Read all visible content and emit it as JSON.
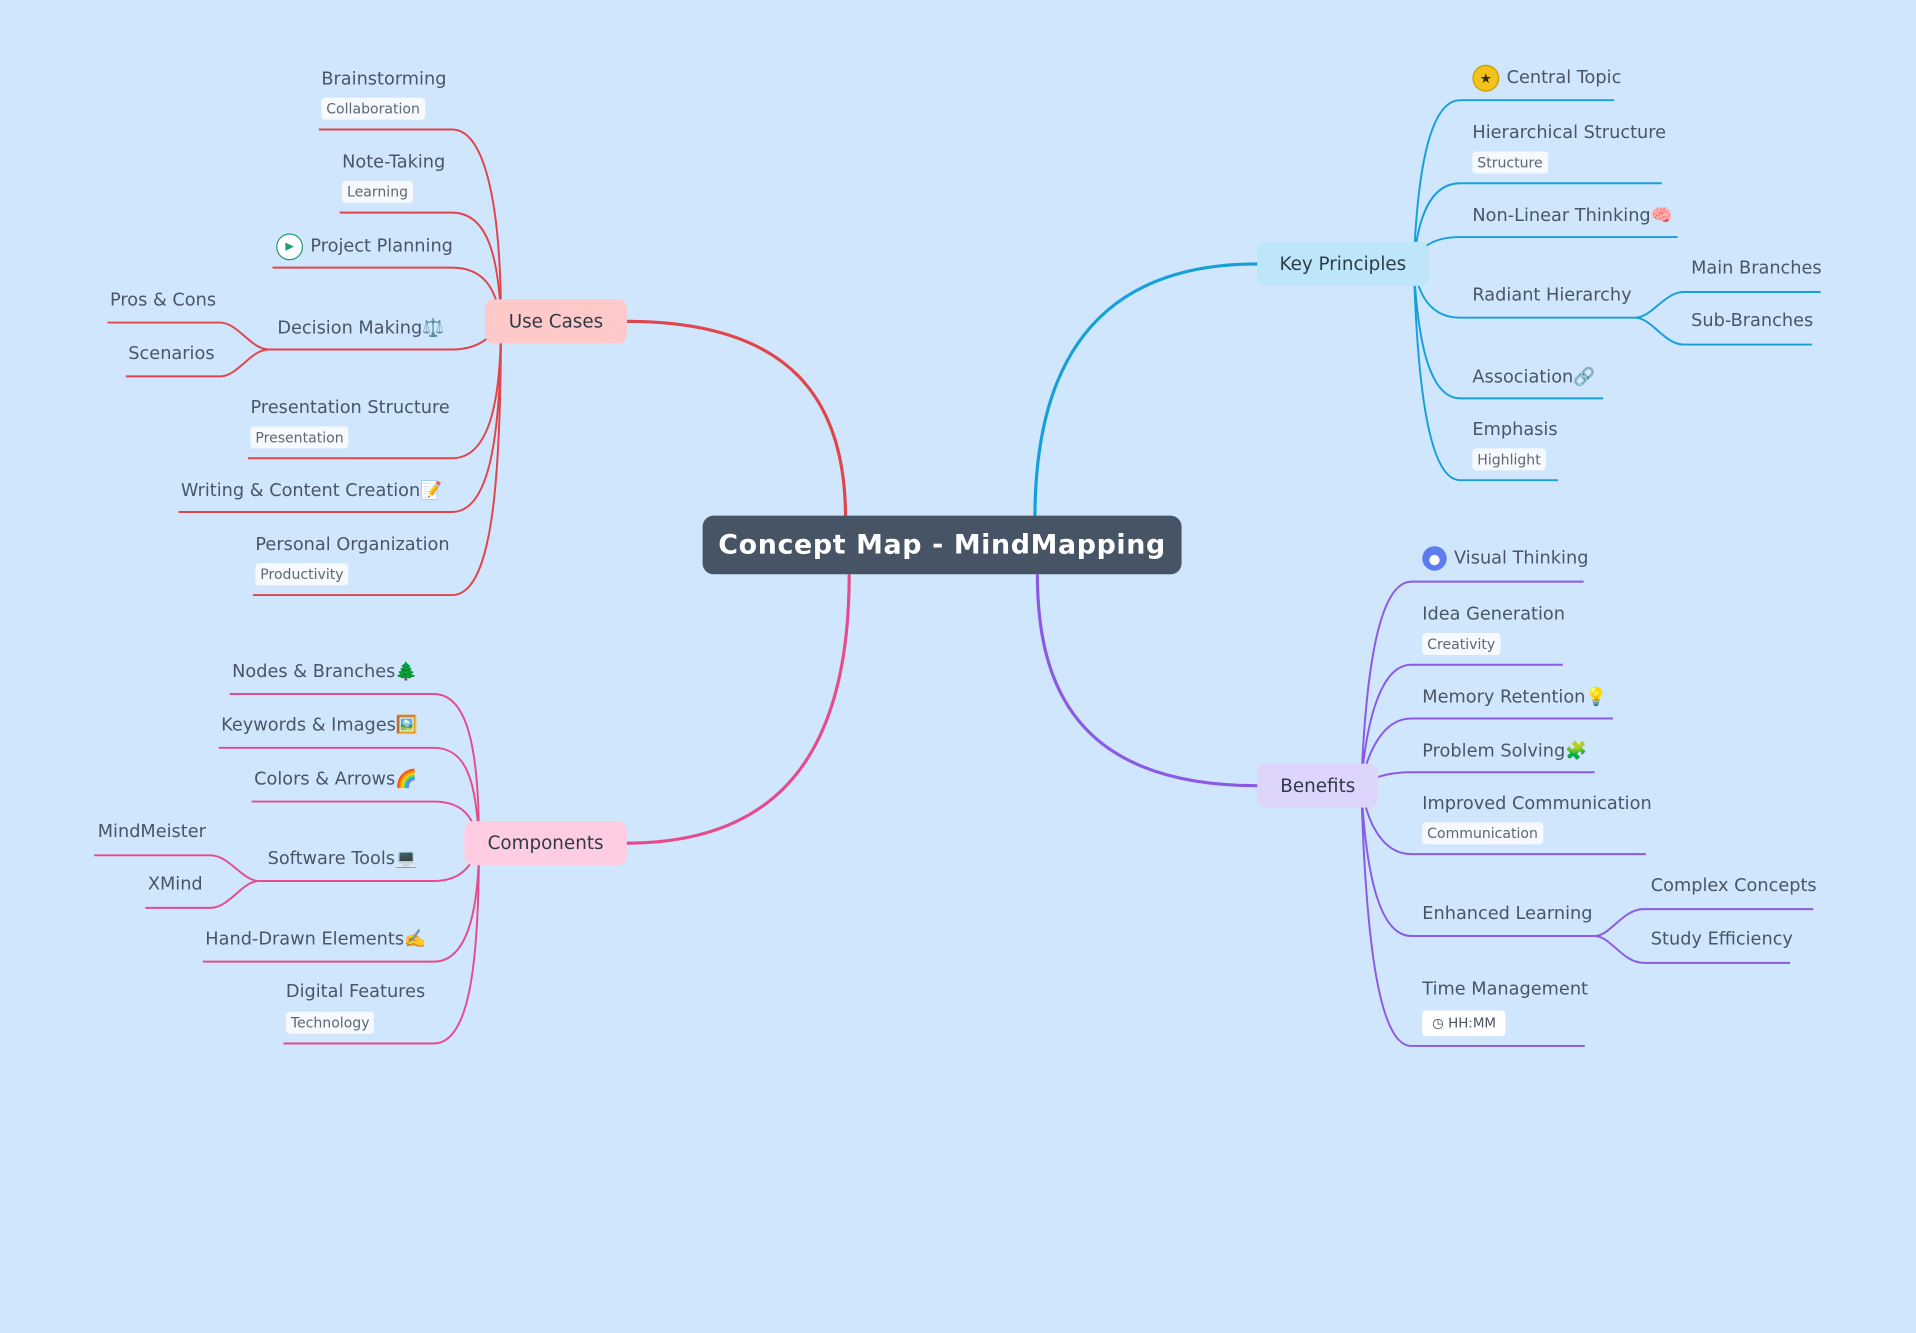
{
  "root": {
    "label": "Concept Map - MindMapping"
  },
  "colors": {
    "background": "#d0e6fd",
    "use_cases": "#e0454c",
    "components": "#e54c8e",
    "key_principles": "#16a0da",
    "benefits": "#8a5ae3"
  },
  "use_cases": {
    "label": "Use Cases",
    "items": [
      {
        "label": "Brainstorming",
        "tag": "Collaboration"
      },
      {
        "label": "Note-Taking",
        "tag": "Learning"
      },
      {
        "label": "Project Planning",
        "icon": "play-icon"
      },
      {
        "label": "Decision Making⚖️",
        "children": [
          "Pros & Cons",
          "Scenarios"
        ]
      },
      {
        "label": "Presentation Structure",
        "tag": "Presentation"
      },
      {
        "label": "Writing & Content Creation📝"
      },
      {
        "label": "Personal Organization",
        "tag": "Productivity"
      }
    ]
  },
  "components": {
    "label": "Components",
    "items": [
      {
        "label": "Nodes & Branches🌲"
      },
      {
        "label": "Keywords & Images🖼️"
      },
      {
        "label": "Colors & Arrows🌈"
      },
      {
        "label": "Software Tools💻",
        "children": [
          "MindMeister",
          "XMind"
        ]
      },
      {
        "label": "Hand-Drawn Elements✍️"
      },
      {
        "label": "Digital Features",
        "tag": "Technology"
      }
    ]
  },
  "key_principles": {
    "label": "Key Principles",
    "items": [
      {
        "label": "Central Topic",
        "icon": "star-icon"
      },
      {
        "label": "Hierarchical Structure",
        "tag": "Structure"
      },
      {
        "label": "Non-Linear Thinking🧠"
      },
      {
        "label": "Radiant Hierarchy",
        "children": [
          "Main Branches",
          "Sub-Branches"
        ]
      },
      {
        "label": "Association🔗"
      },
      {
        "label": "Emphasis",
        "tag": "Highlight"
      }
    ]
  },
  "benefits": {
    "label": "Benefits",
    "items": [
      {
        "label": "Visual Thinking",
        "icon": "user-icon"
      },
      {
        "label": "Idea Generation",
        "tag": "Creativity"
      },
      {
        "label": "Memory Retention💡"
      },
      {
        "label": "Problem Solving🧩"
      },
      {
        "label": "Improved Communication",
        "tag": "Communication"
      },
      {
        "label": "Enhanced Learning",
        "children": [
          "Complex Concepts",
          "Study Efficiency"
        ]
      },
      {
        "label": "Time Management",
        "tag": "HH:MM"
      }
    ]
  }
}
